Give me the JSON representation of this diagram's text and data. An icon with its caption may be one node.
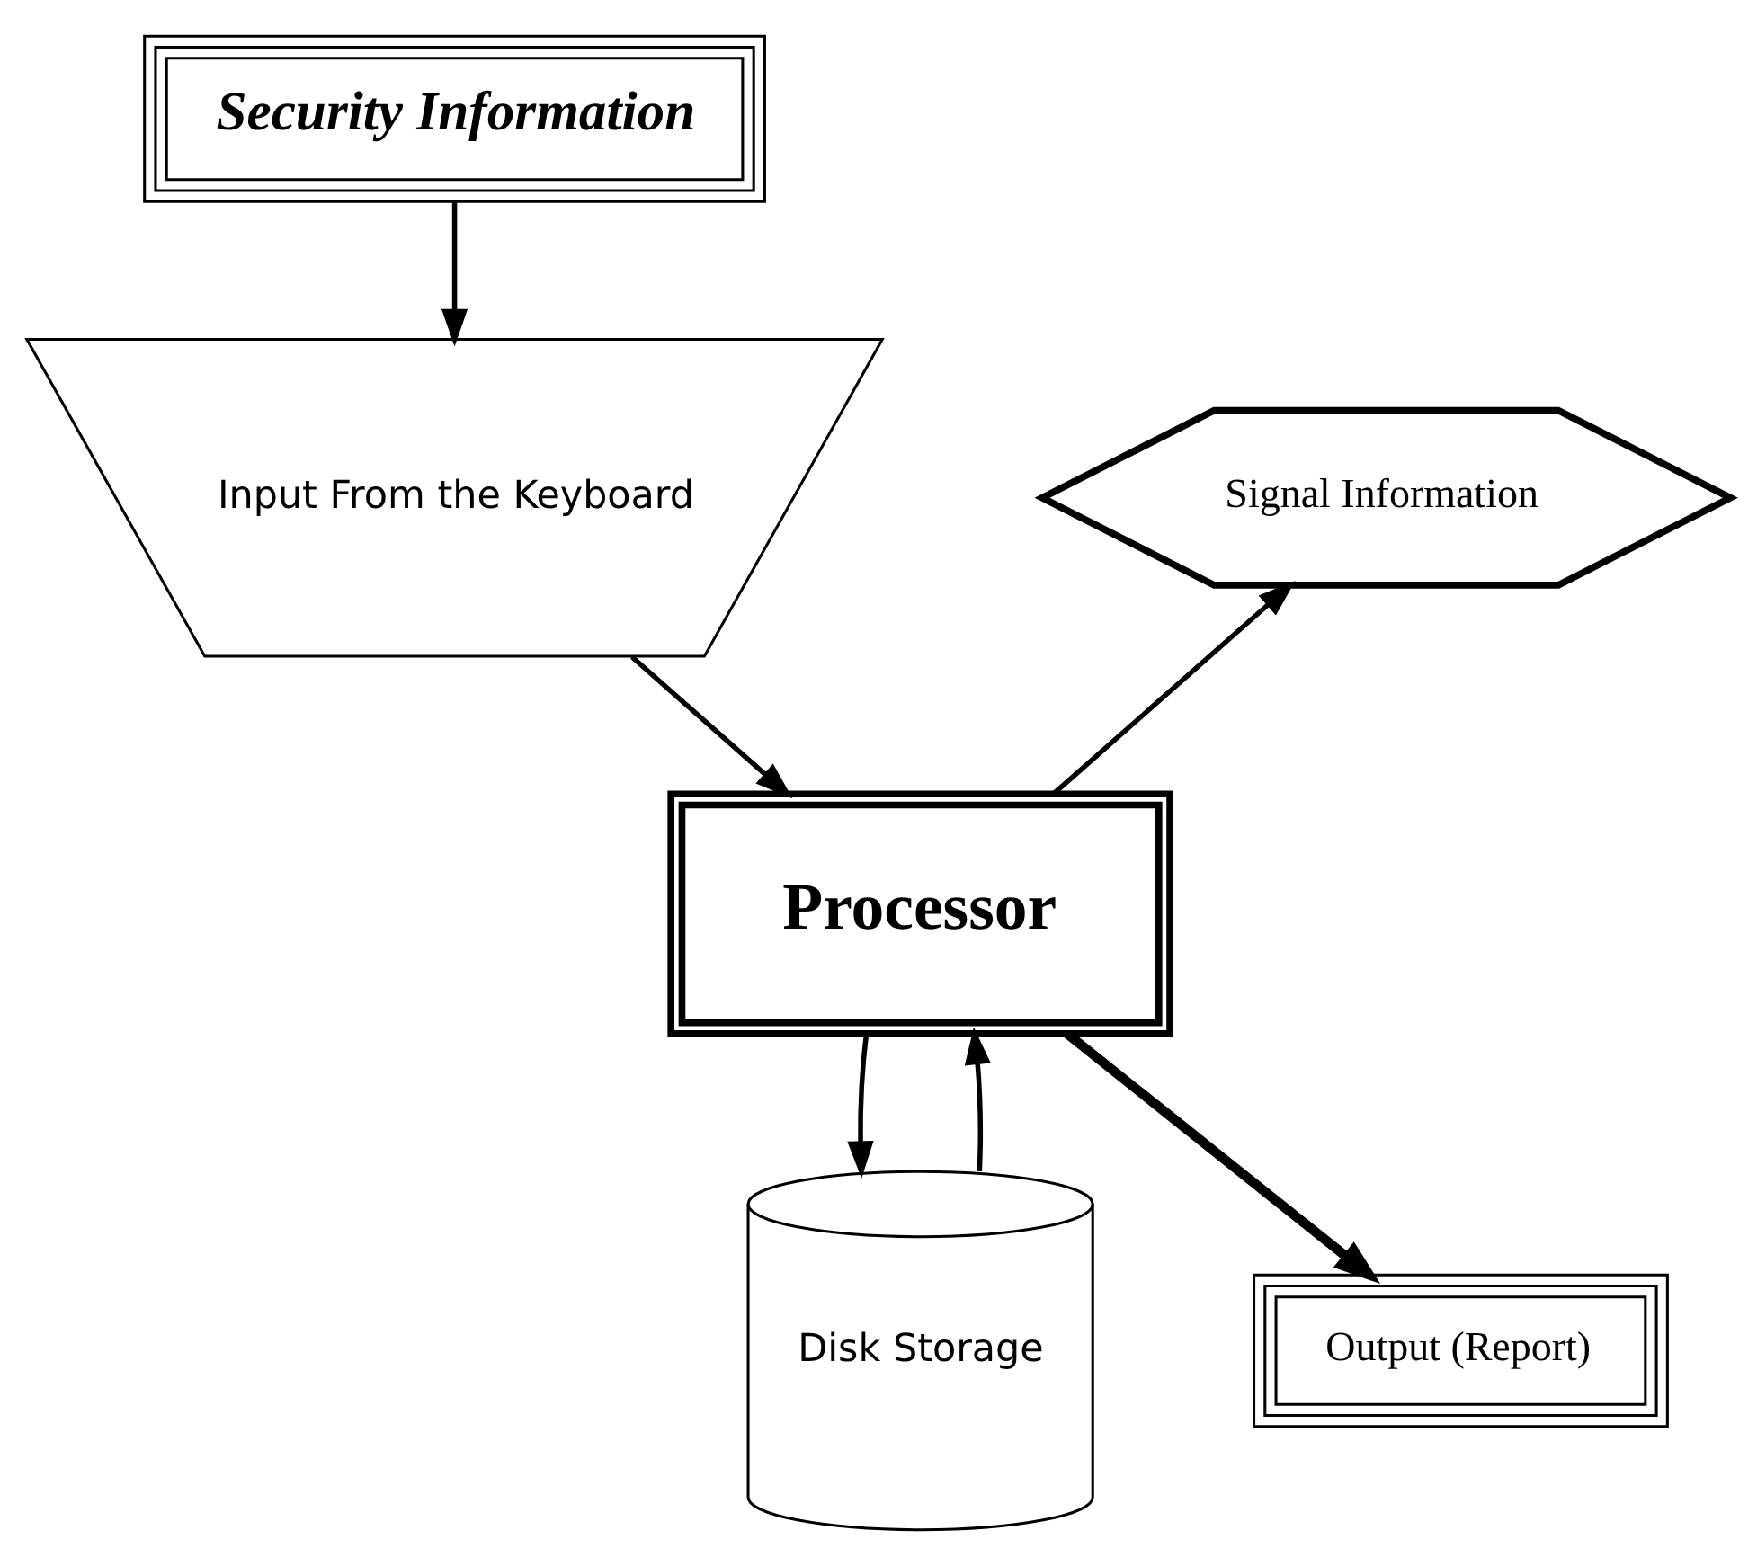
{
  "diagram": {
    "nodes": [
      {
        "text": [
          "Security Information"
        ]
      },
      {
        "text": [
          "Input From the Keyboard"
        ]
      },
      {
        "text": [
          "Signal Information"
        ]
      },
      {
        "text": [
          "Processor"
        ]
      },
      {
        "text": [
          "Disk Storage"
        ]
      },
      {
        "text": [
          "Output (Report)"
        ]
      }
    ],
    "edges": [
      {
        "from": 0,
        "to": 1,
        "arrow": "to"
      },
      {
        "from": 1,
        "to": 3,
        "arrow": "to"
      },
      {
        "from": 3,
        "to": 2,
        "arrow": "to"
      },
      {
        "from": 3,
        "to": 4,
        "arrow": "to"
      },
      {
        "from": 4,
        "to": 3,
        "arrow": "to"
      },
      {
        "from": 3,
        "to": 5,
        "arrow": "to",
        "style": "thick"
      }
    ]
  }
}
